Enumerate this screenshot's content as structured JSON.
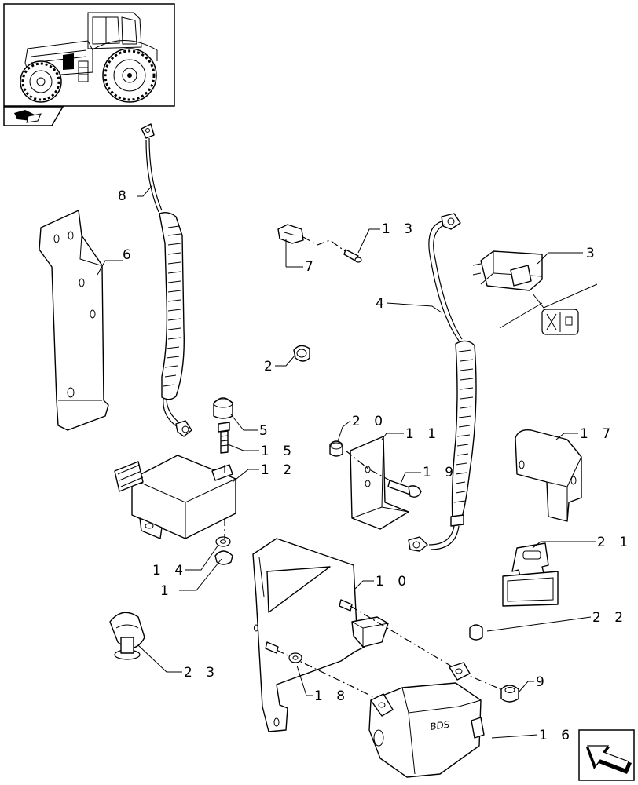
{
  "callouts": [
    {
      "id": "8",
      "text": "8"
    },
    {
      "id": "6",
      "text": "6"
    },
    {
      "id": "13",
      "text": "1 3"
    },
    {
      "id": "7",
      "text": "7"
    },
    {
      "id": "3",
      "text": "3"
    },
    {
      "id": "4",
      "text": "4"
    },
    {
      "id": "2",
      "text": "2"
    },
    {
      "id": "5",
      "text": "5"
    },
    {
      "id": "15",
      "text": "1 5"
    },
    {
      "id": "12",
      "text": "1 2"
    },
    {
      "id": "20",
      "text": "2 0"
    },
    {
      "id": "11",
      "text": "1 1"
    },
    {
      "id": "19",
      "text": "1 9"
    },
    {
      "id": "17",
      "text": "1 7"
    },
    {
      "id": "14",
      "text": "1 4"
    },
    {
      "id": "1",
      "text": "1"
    },
    {
      "id": "10",
      "text": "1 0"
    },
    {
      "id": "21",
      "text": "2 1"
    },
    {
      "id": "22",
      "text": "2 2"
    },
    {
      "id": "23",
      "text": "2 3"
    },
    {
      "id": "18",
      "text": "1 8"
    },
    {
      "id": "9",
      "text": "9"
    },
    {
      "id": "16",
      "text": "1 6"
    }
  ],
  "module_marking": "BDS",
  "icons": {
    "tractor": "tractor-thumbnail-icon",
    "section": "section-book-icon",
    "next": "next-page-arrow-icon"
  }
}
